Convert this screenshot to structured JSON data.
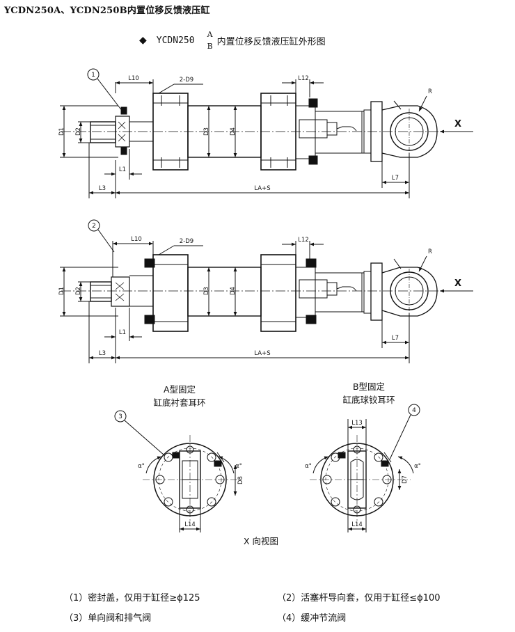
{
  "header": "YCDN250A、YCDN250B内置位移反馈液压缸",
  "subtitle": {
    "diamond": "◆",
    "model": "YCDN250",
    "frac_top": "A",
    "frac_bottom": "B",
    "title": "内置位移反馈液压缸外形图"
  },
  "dims": {
    "L10": "L10",
    "D9": "2-D9",
    "L12": "L12",
    "R": "R",
    "X": "X",
    "D1": "D1",
    "D2": "D2",
    "D3": "D3",
    "D4": "D4",
    "L1": "L1",
    "L3": "L3",
    "LAS": "LA+S",
    "L7": "L7",
    "L13": "L13",
    "L14": "L14",
    "D7": "D7",
    "D8": "D8",
    "alpha": "α°"
  },
  "callouts": [
    "1",
    "2",
    "3",
    "4"
  ],
  "views": {
    "a_line1": "A型固定",
    "a_line2": "缸底衬套耳环",
    "b_line1": "B型固定",
    "b_line2": "缸底球铰耳环",
    "x_view": "X 向视图"
  },
  "notes": {
    "n1": "（1）密封盖，仅用于缸径≥ϕ125",
    "n2": "（2）活塞杆导向套，仅用于缸径≤ϕ100",
    "n3": "（3）单向阀和排气阀",
    "n4": "（4）缓冲节流阀"
  }
}
